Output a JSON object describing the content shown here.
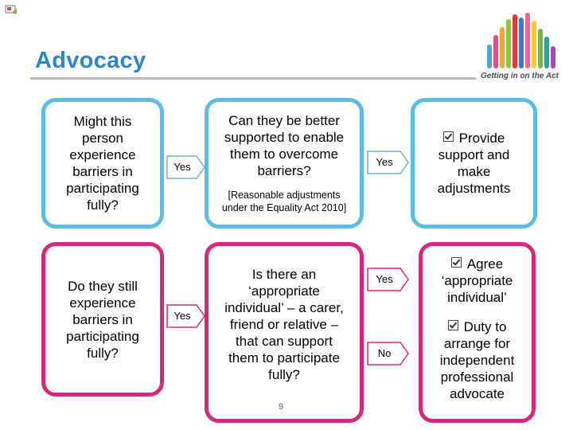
{
  "header": {
    "title": "Advocacy"
  },
  "logo": {
    "caption": "Getting in on the Act"
  },
  "left_boxes": [
    {
      "text": "Might this person experience barriers in participating fully?"
    },
    {
      "text": "Do they still experience barriers in participating fully?"
    }
  ],
  "middle_boxes": [
    {
      "text": "Can they be better supported to enable them to overcome barriers?",
      "note": "[Reasonable adjustments under the Equality Act 2010]"
    },
    {
      "text": "Is there an ‘appropriate individual’ – a carer, friend or relative – that can support them to participate fully?"
    }
  ],
  "arrows": {
    "left_top": "Yes",
    "left_bottom": "Yes",
    "right_top": "Yes",
    "right_mid": "Yes",
    "right_bottom": "No"
  },
  "outcomes": {
    "provide": "Provide support and make adjustments",
    "agree": "Agree ‘appropriate individual’",
    "duty": "Duty to arrange for independent professional advocate"
  },
  "page_number": "9",
  "colors": {
    "title": "#2f86c0",
    "blue_border": "#5bbde3",
    "pink_border": "#d9287a"
  }
}
